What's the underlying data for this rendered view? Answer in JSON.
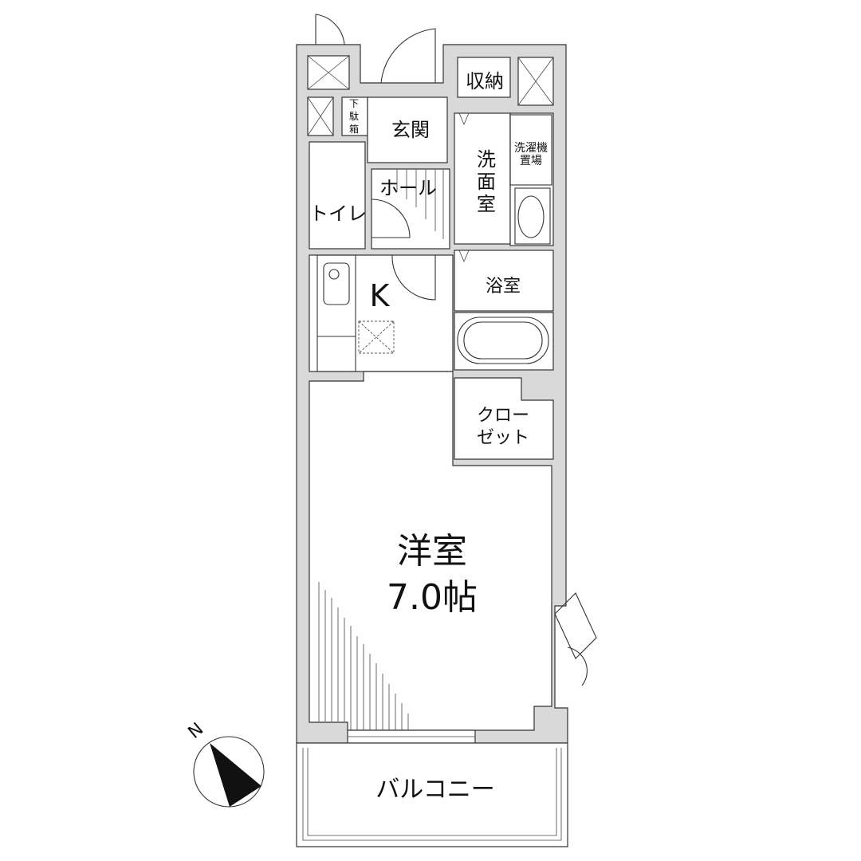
{
  "floor_plan": {
    "type": "1K apartment floor plan",
    "rooms": {
      "entrance": "玄関",
      "shoe_box": [
        "下",
        "駄",
        "箱"
      ],
      "hall": "ホール",
      "toilet": "トイレ",
      "storage": "収納",
      "washroom": [
        "洗",
        "面",
        "室"
      ],
      "laundry": [
        "洗濯機",
        "置場"
      ],
      "kitchen": "K",
      "bathroom": "浴室",
      "closet": [
        "クロー",
        "ゼット"
      ],
      "western_room": "洋室",
      "western_room_size": "7.0帖",
      "balcony": "バルコニー"
    },
    "compass": {
      "label": "N"
    },
    "colors": {
      "wall": "#d9d9d9",
      "line": "#333333",
      "background": "#ffffff"
    }
  }
}
